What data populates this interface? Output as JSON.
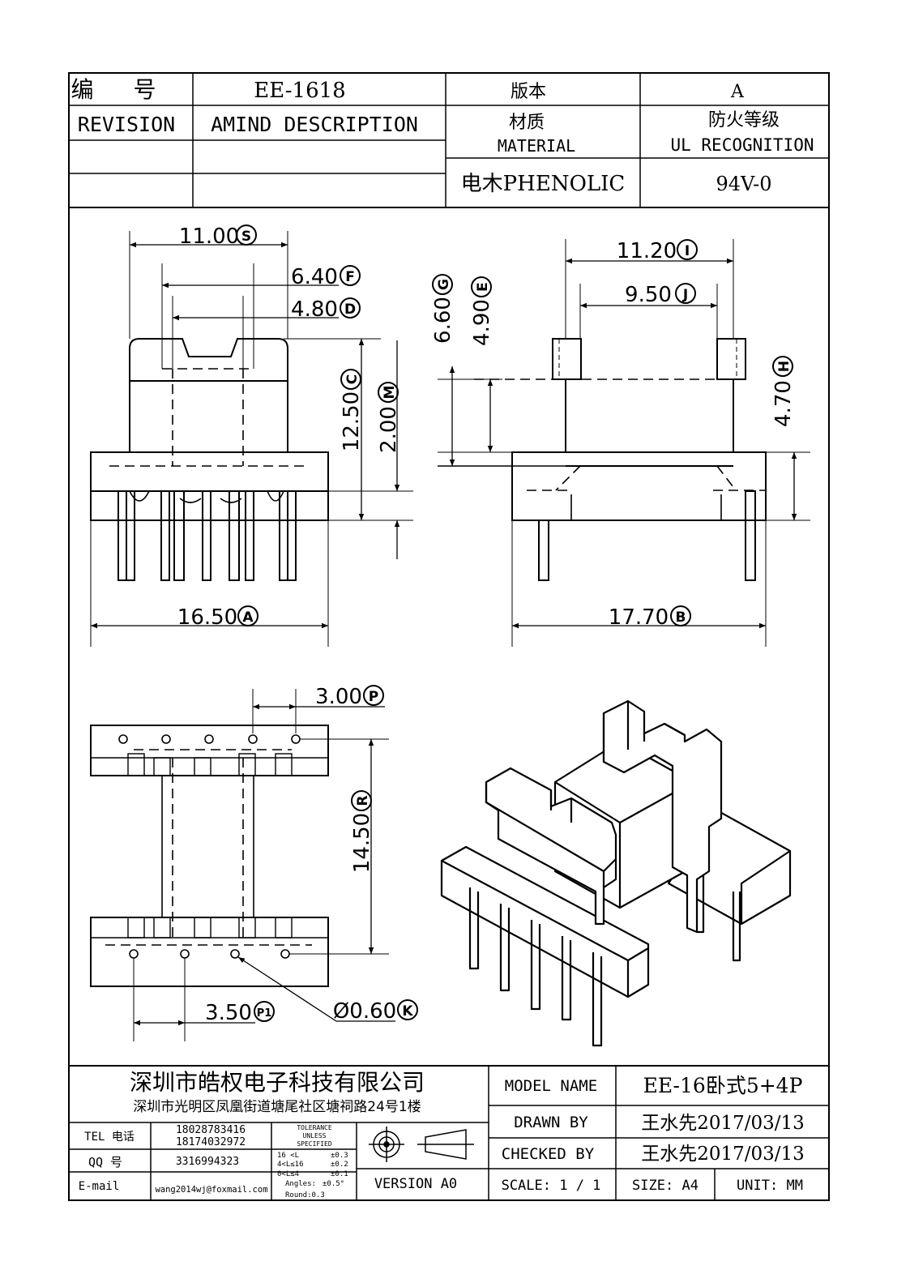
{
  "header": {
    "code_label": "编 号",
    "code_value": "EE-1618",
    "version_label": "版本",
    "version_value": "A",
    "revision_label": "REVISION",
    "amind_label": "AMIND DESCRIPTION",
    "material_label_cn": "材质",
    "material_label_en": "MATERIAL",
    "ul_label_cn": "防火等级",
    "ul_label_en": "UL RECOGNITION",
    "material_value": "电木PHENOLIC",
    "ul_value": "94V-0"
  },
  "dimensions": {
    "S": {
      "value": "11.00",
      "tag": "S"
    },
    "F": {
      "value": "6.40",
      "tag": "F"
    },
    "D": {
      "value": "4.80",
      "tag": "D"
    },
    "C": {
      "value": "12.50",
      "tag": "C"
    },
    "M": {
      "value": "2.00",
      "tag": "M"
    },
    "A": {
      "value": "16.50",
      "tag": "A"
    },
    "I": {
      "value": "11.20",
      "tag": "I"
    },
    "J": {
      "value": "9.50",
      "tag": "J"
    },
    "G": {
      "value": "6.60",
      "tag": "G"
    },
    "E": {
      "value": "4.90",
      "tag": "E"
    },
    "H": {
      "value": "4.70",
      "tag": "H"
    },
    "B": {
      "value": "17.70",
      "tag": "B"
    },
    "P": {
      "value": "3.00",
      "tag": "P"
    },
    "R": {
      "value": "14.50",
      "tag": "R"
    },
    "P1": {
      "value": "3.50",
      "tag": "P1"
    },
    "K": {
      "value": "Ø0.60",
      "tag": "K"
    }
  },
  "footer": {
    "company": "深圳市皓权电子科技有限公司",
    "address": "深圳市光明区凤凰街道塘尾社区塘祠路24号1楼",
    "tel_label": "TEL 电话",
    "tel_1": "18028783416",
    "tel_2": "18174032972",
    "qq_label": "QQ 号",
    "qq_value": "3316994323",
    "email_label": "E-mail",
    "email_value": "wang2014wj@foxmail.com",
    "tolerance": [
      "TOLERANCE",
      "UNLESS",
      "SPECIFIED"
    ],
    "tol_rows": [
      {
        "range": "16 <L",
        "tol": "±0.3"
      },
      {
        "range": "4<L≤16",
        "tol": "±0.2"
      },
      {
        "range": "0<L≤4",
        "tol": "±0.1"
      },
      {
        "range": "Angles:",
        "tol": "±0.5°"
      }
    ],
    "tol_round": "Round:0.3",
    "version": "VERSION A0",
    "model_label": "MODEL NAME",
    "model_value": "EE-16卧式5+4P",
    "drawn_label": "DRAWN BY",
    "drawn_value": "王水先2017/03/13",
    "checked_label": "CHECKED BY",
    "checked_value": "王水先2017/03/13",
    "scale": "SCALE: 1 / 1",
    "size": "SIZE: A4",
    "unit": "UNIT: MM"
  }
}
